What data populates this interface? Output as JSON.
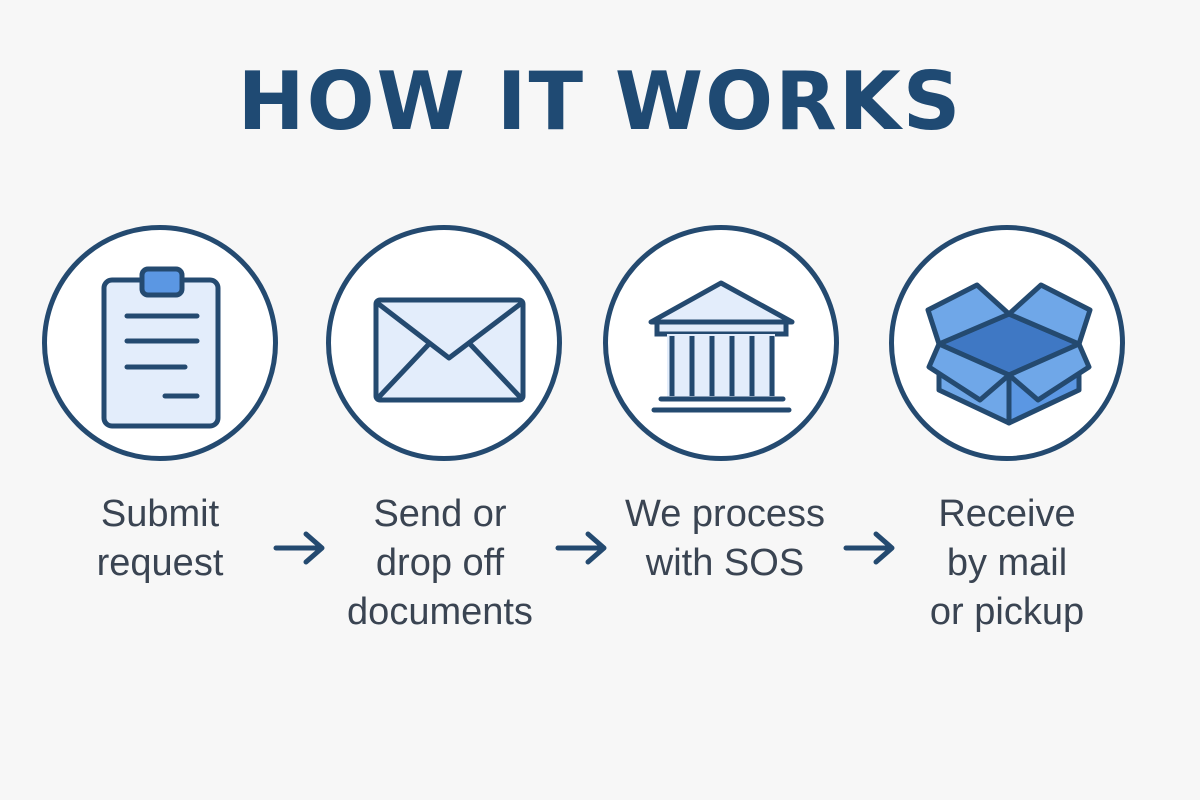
{
  "title": "HOW IT WORKS",
  "colors": {
    "navy": "#244a70",
    "title": "#1f4a73",
    "light_blue": "#e3edfb",
    "mid_blue": "#6fa7e8",
    "accent_blue": "#5b97e3",
    "text": "#3a4452",
    "background": "#f7f7f7"
  },
  "steps": [
    {
      "icon": "clipboard-icon",
      "lines": [
        "Submit",
        "request"
      ]
    },
    {
      "icon": "envelope-icon",
      "lines": [
        "Send or",
        "drop off",
        "documents"
      ]
    },
    {
      "icon": "bank-icon",
      "lines": [
        "We process",
        "with SOS"
      ]
    },
    {
      "icon": "box-icon",
      "lines": [
        "Receive",
        "by mail",
        "or pickup"
      ]
    }
  ],
  "arrows": [
    "arrow-icon",
    "arrow-icon",
    "arrow-icon"
  ]
}
